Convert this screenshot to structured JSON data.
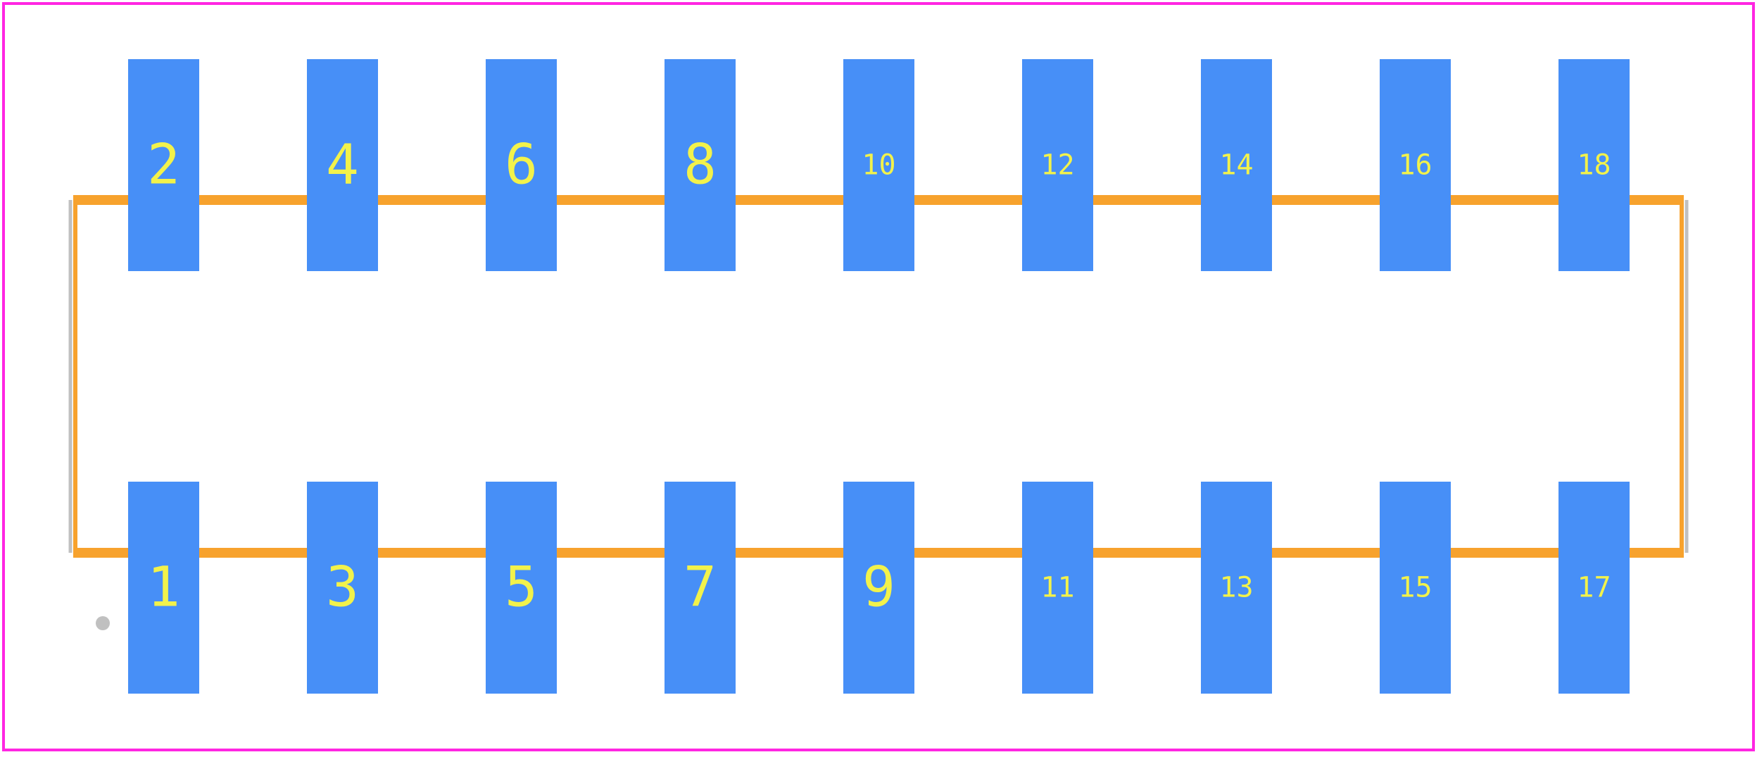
{
  "colors": {
    "background": "#ffffff",
    "courtyard": "#ff26e2",
    "silkscreen": "#f7a22d",
    "fab_outline": "#c0c0c0",
    "pad": "#478ff7",
    "pad_label": "#f2f24b",
    "pin1_marker": "#c0c0c0"
  },
  "pads": {
    "top_row": [
      "2",
      "4",
      "6",
      "8",
      "10",
      "12",
      "14",
      "16",
      "18"
    ],
    "bottom_row": [
      "1",
      "3",
      "5",
      "7",
      "9",
      "11",
      "13",
      "15",
      "17"
    ]
  },
  "pin1_marker": "pin-1-dot"
}
